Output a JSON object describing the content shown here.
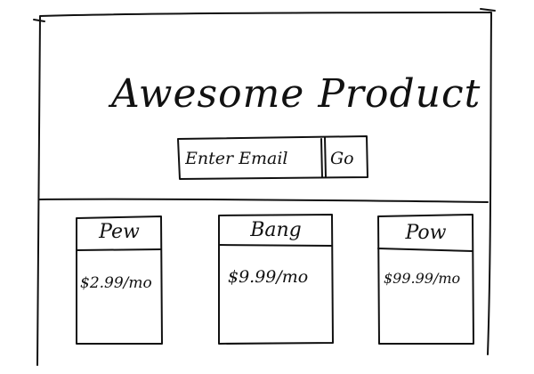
{
  "hero": {
    "title": "Awesome Product",
    "email_placeholder": "Enter Email",
    "go_label": "Go"
  },
  "plans": [
    {
      "name": "Pew",
      "price": "$2.99/mo"
    },
    {
      "name": "Bang",
      "price": "$9.99/mo"
    },
    {
      "name": "Pow",
      "price": "$99.99/mo"
    }
  ]
}
